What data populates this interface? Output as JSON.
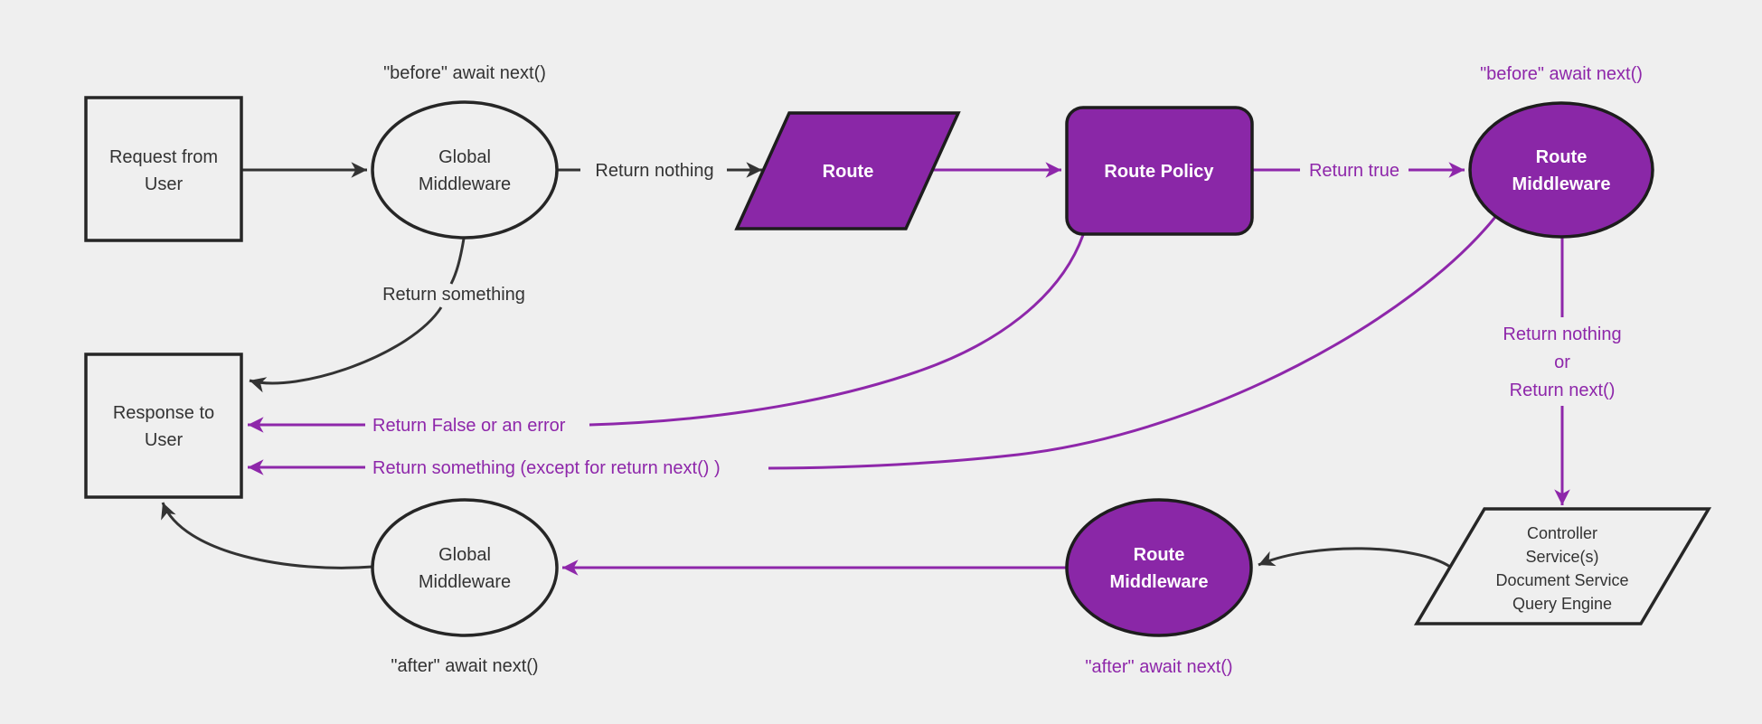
{
  "diagram": {
    "description": "Middleware request/response flowchart",
    "nodes": {
      "request": {
        "lines": [
          "Request from",
          "User"
        ]
      },
      "global_middleware_top": {
        "lines": [
          "Global",
          "Middleware"
        ],
        "note": "\"before\" await next()"
      },
      "route": {
        "label": "Route"
      },
      "route_policy": {
        "label": "Route Policy"
      },
      "route_middleware_top": {
        "lines": [
          "Route",
          "Middleware"
        ],
        "note": "\"before\" await next()"
      },
      "services": {
        "lines": [
          "Controller",
          "Service(s)",
          "Document Service",
          "Query Engine"
        ]
      },
      "route_middleware_bottom": {
        "lines": [
          "Route",
          "Middleware"
        ],
        "note": "\"after\" await next()"
      },
      "global_middleware_bottom": {
        "lines": [
          "Global",
          "Middleware"
        ],
        "note": "\"after\" await next()"
      },
      "response": {
        "lines": [
          "Response to",
          "User"
        ]
      }
    },
    "edge_labels": {
      "return_nothing": "Return nothing",
      "return_true": "Return true",
      "return_nothing_or": [
        "Return nothing",
        "or",
        "Return next()"
      ],
      "return_false_error": "Return False or an error",
      "return_something_except": "Return something (except for return next() )",
      "return_something": "Return something"
    },
    "colors": {
      "background": "#efefef",
      "purple_fill": "#8a27a7",
      "purple_accent": "#8e27aa",
      "dark_stroke": "#333333",
      "node_border": "#262626",
      "white_text": "#ffffff"
    }
  }
}
